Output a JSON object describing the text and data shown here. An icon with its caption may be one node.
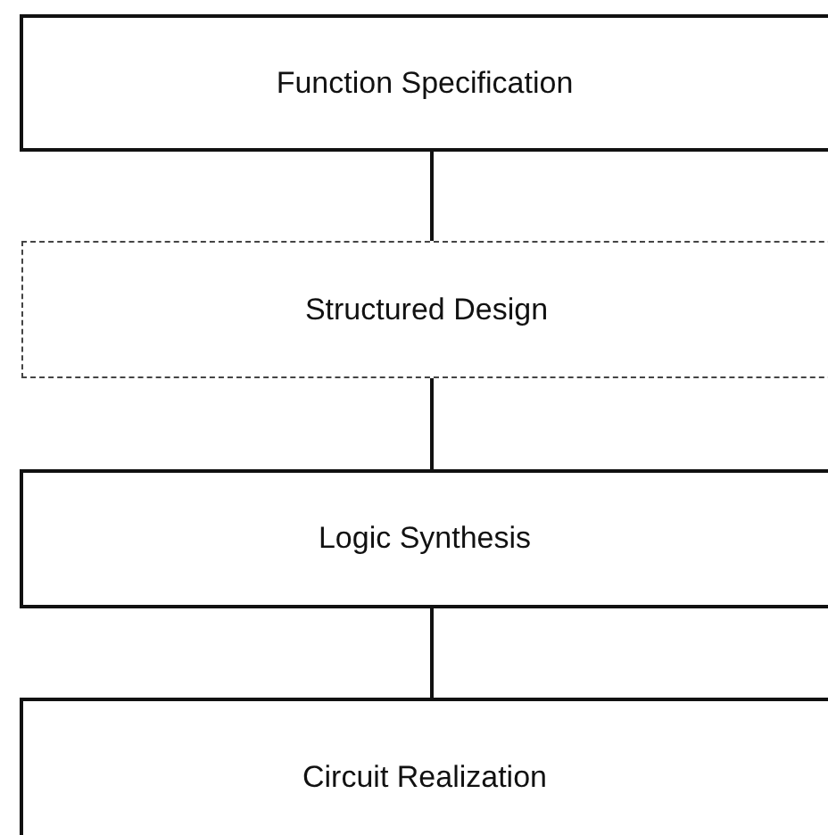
{
  "diagram": {
    "nodes": [
      {
        "text": [
          "Function Specification"
        ]
      },
      {
        "text": [
          "Structured Design"
        ]
      },
      {
        "text": [
          "Logic Synthesis"
        ]
      },
      {
        "text": [
          "Circuit Realization"
        ]
      }
    ],
    "edges": [
      {
        "from": 0,
        "to": 1,
        "arrow": "none"
      },
      {
        "from": 1,
        "to": 2,
        "arrow": "none"
      },
      {
        "from": 2,
        "to": 3,
        "arrow": "none"
      }
    ]
  }
}
